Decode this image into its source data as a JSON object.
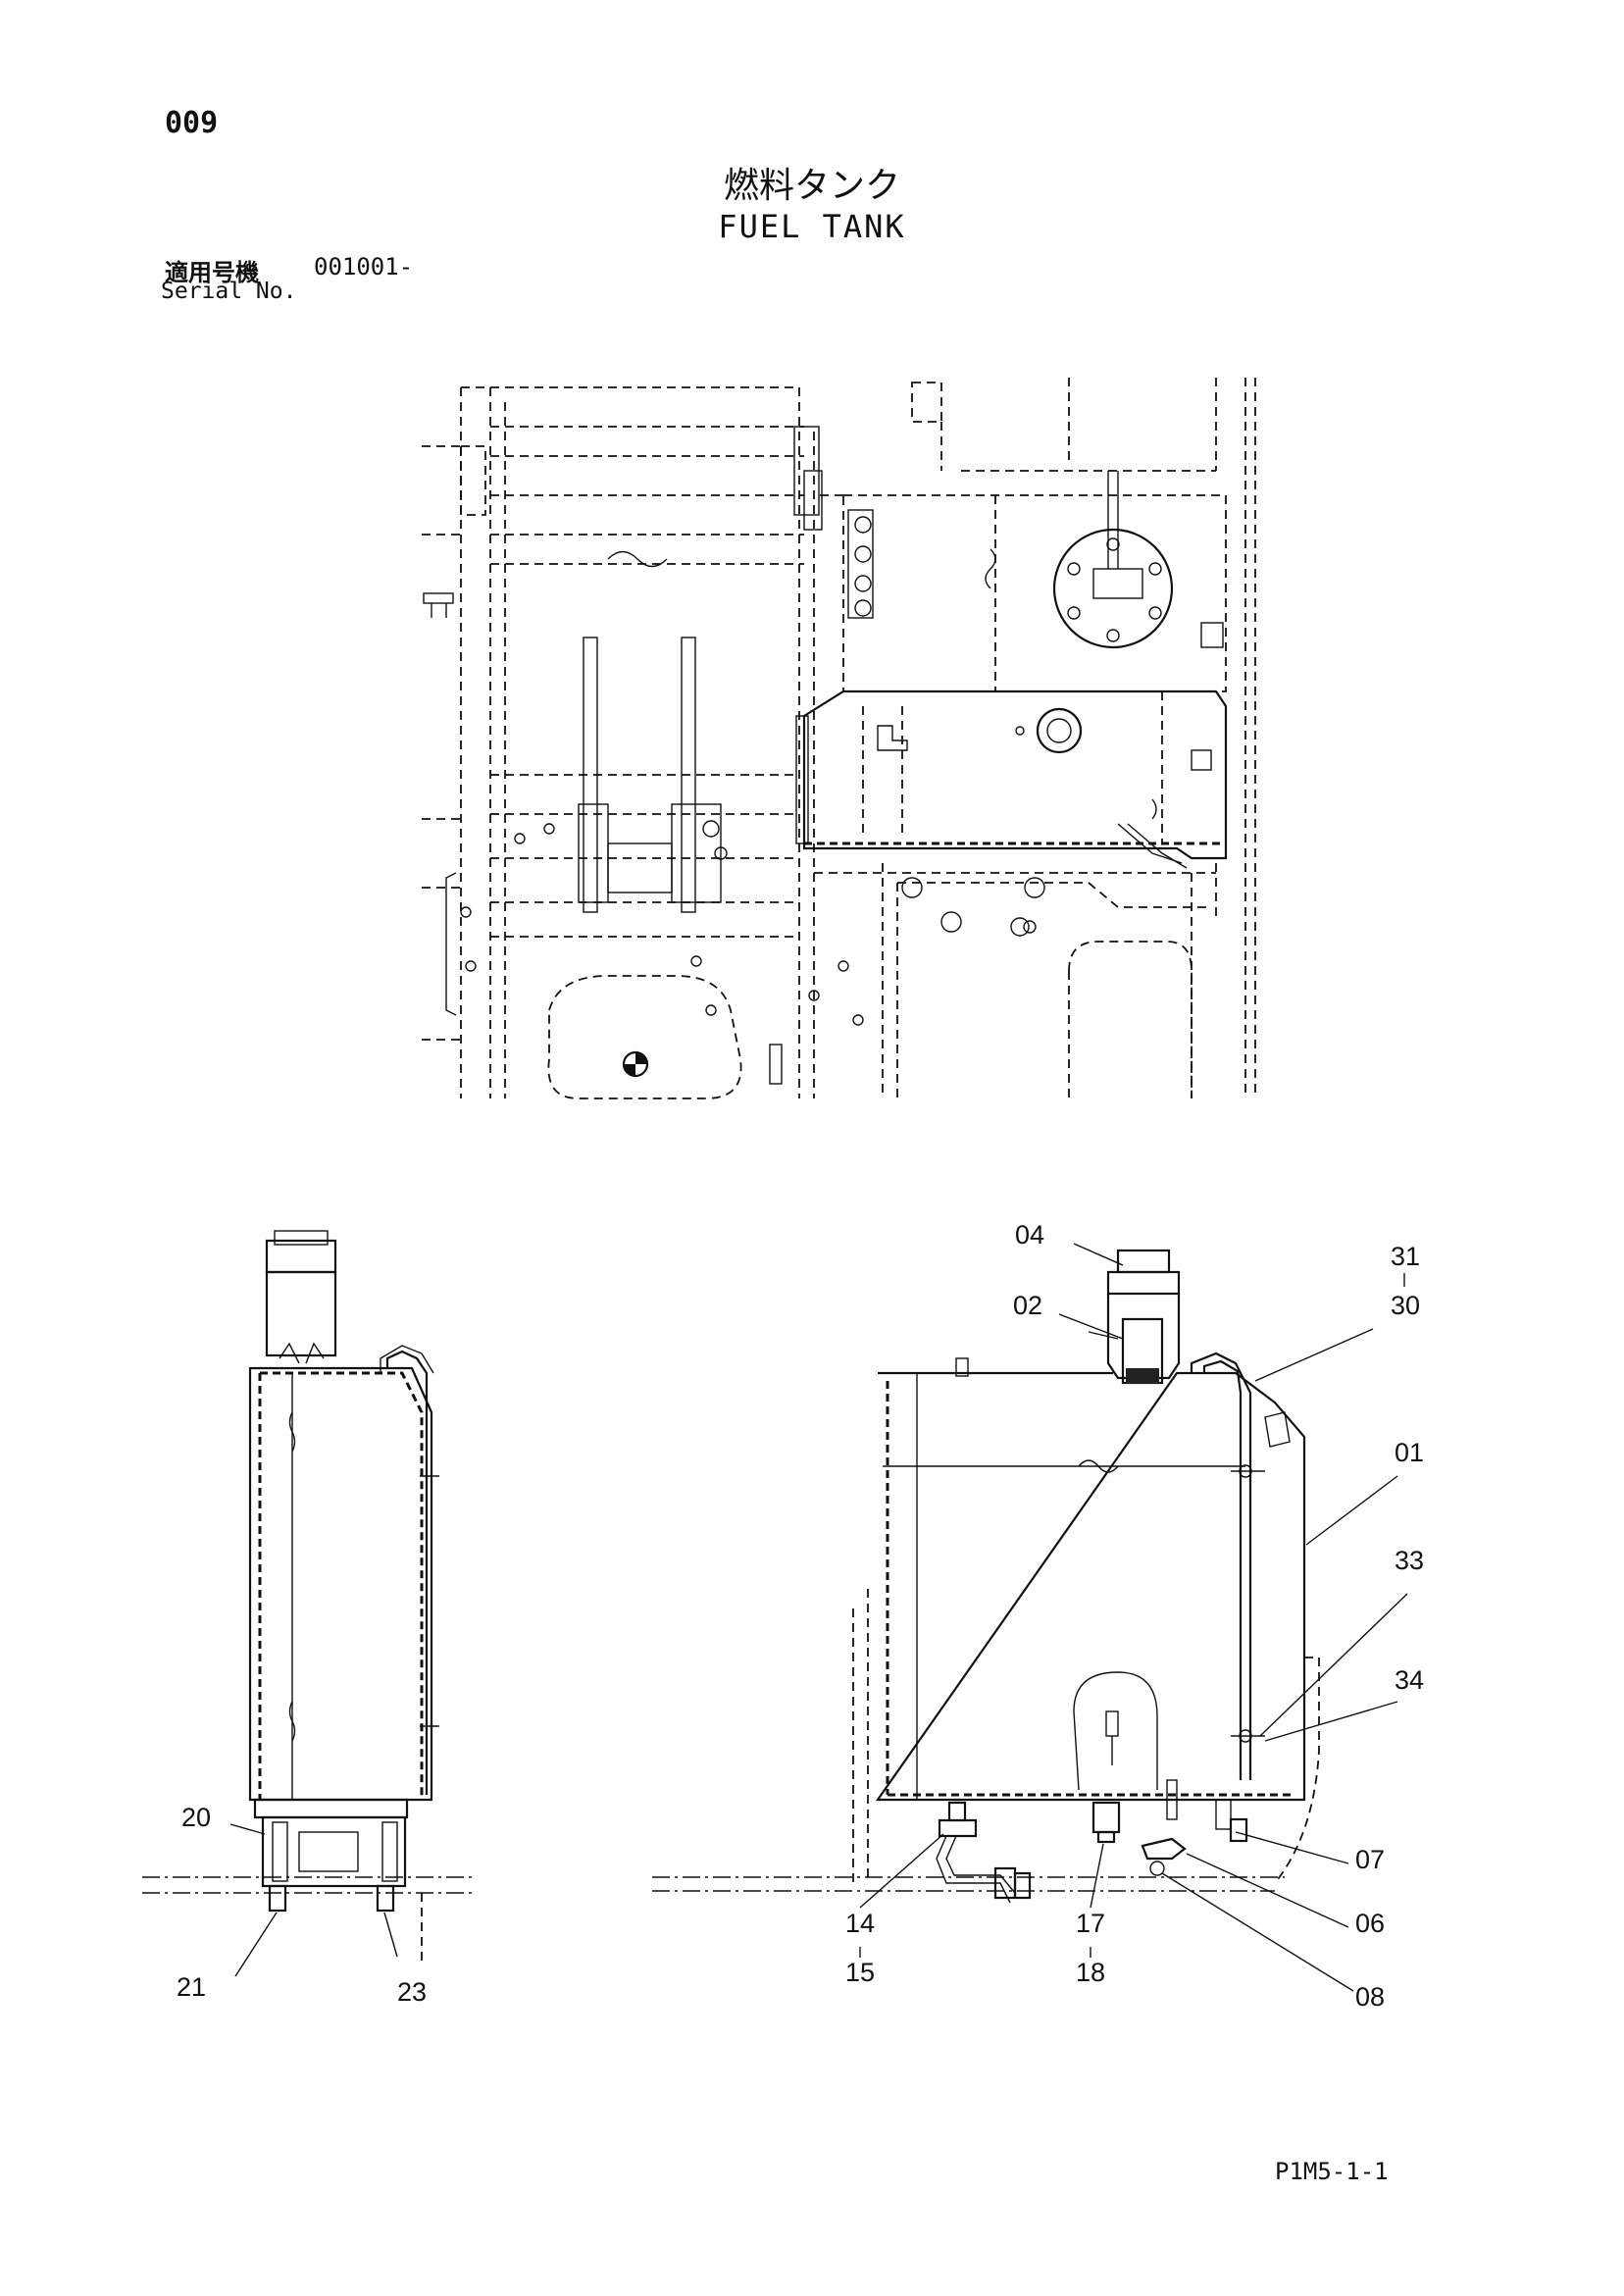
{
  "header": {
    "page_number": "009",
    "title_jp": "燃料タンク",
    "title_en": "FUEL TANK",
    "serial_label_jp": "適用号機",
    "serial_value": "001001-",
    "serial_label_en": "Serial No."
  },
  "footer": {
    "page_code": "P1M5-1-1"
  },
  "callouts": {
    "side_view": [
      "20",
      "21",
      "23"
    ],
    "front_view": [
      "04",
      "02",
      "31",
      "30",
      "01",
      "33",
      "34",
      "07",
      "06",
      "08",
      "14",
      "15",
      "17",
      "18"
    ]
  }
}
